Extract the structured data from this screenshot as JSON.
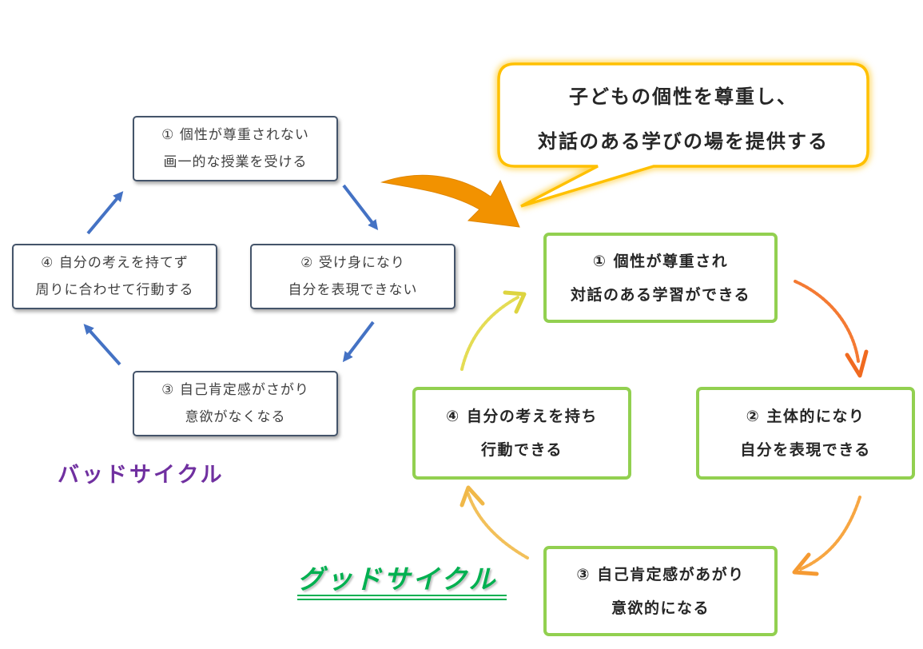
{
  "colors": {
    "bad_border": "#44546a",
    "bad_arrow": "#4472c4",
    "bad_title": "#7030a0",
    "good_border": "#92d050",
    "good_title": "#00b050",
    "transition_arrow": "#f29200",
    "callout_border": "#ffc000"
  },
  "bad_cycle": {
    "title": "バッドサイクル",
    "steps": [
      {
        "line1": "① 個性が尊重されない",
        "line2": "画一的な授業を受ける"
      },
      {
        "line1": "② 受け身になり",
        "line2": "自分を表現できない"
      },
      {
        "line1": "③ 自己肯定感がさがり",
        "line2": "意欲がなくなる"
      },
      {
        "line1": "④ 自分の考えを持てず",
        "line2": "周りに合わせて行動する"
      }
    ]
  },
  "callout": {
    "line1": "子どもの個性を尊重し、",
    "line2": "対話のある学びの場を提供する"
  },
  "good_cycle": {
    "title": "グッドサイクル",
    "steps": [
      {
        "line1": "① 個性が尊重され",
        "line2": "対話のある学習ができる"
      },
      {
        "line1": "② 主体的になり",
        "line2": "自分を表現できる"
      },
      {
        "line1": "③ 自己肯定感があがり",
        "line2": "意欲的になる"
      },
      {
        "line1": "④ 自分の考えを持ち",
        "line2": "行動できる"
      }
    ]
  }
}
